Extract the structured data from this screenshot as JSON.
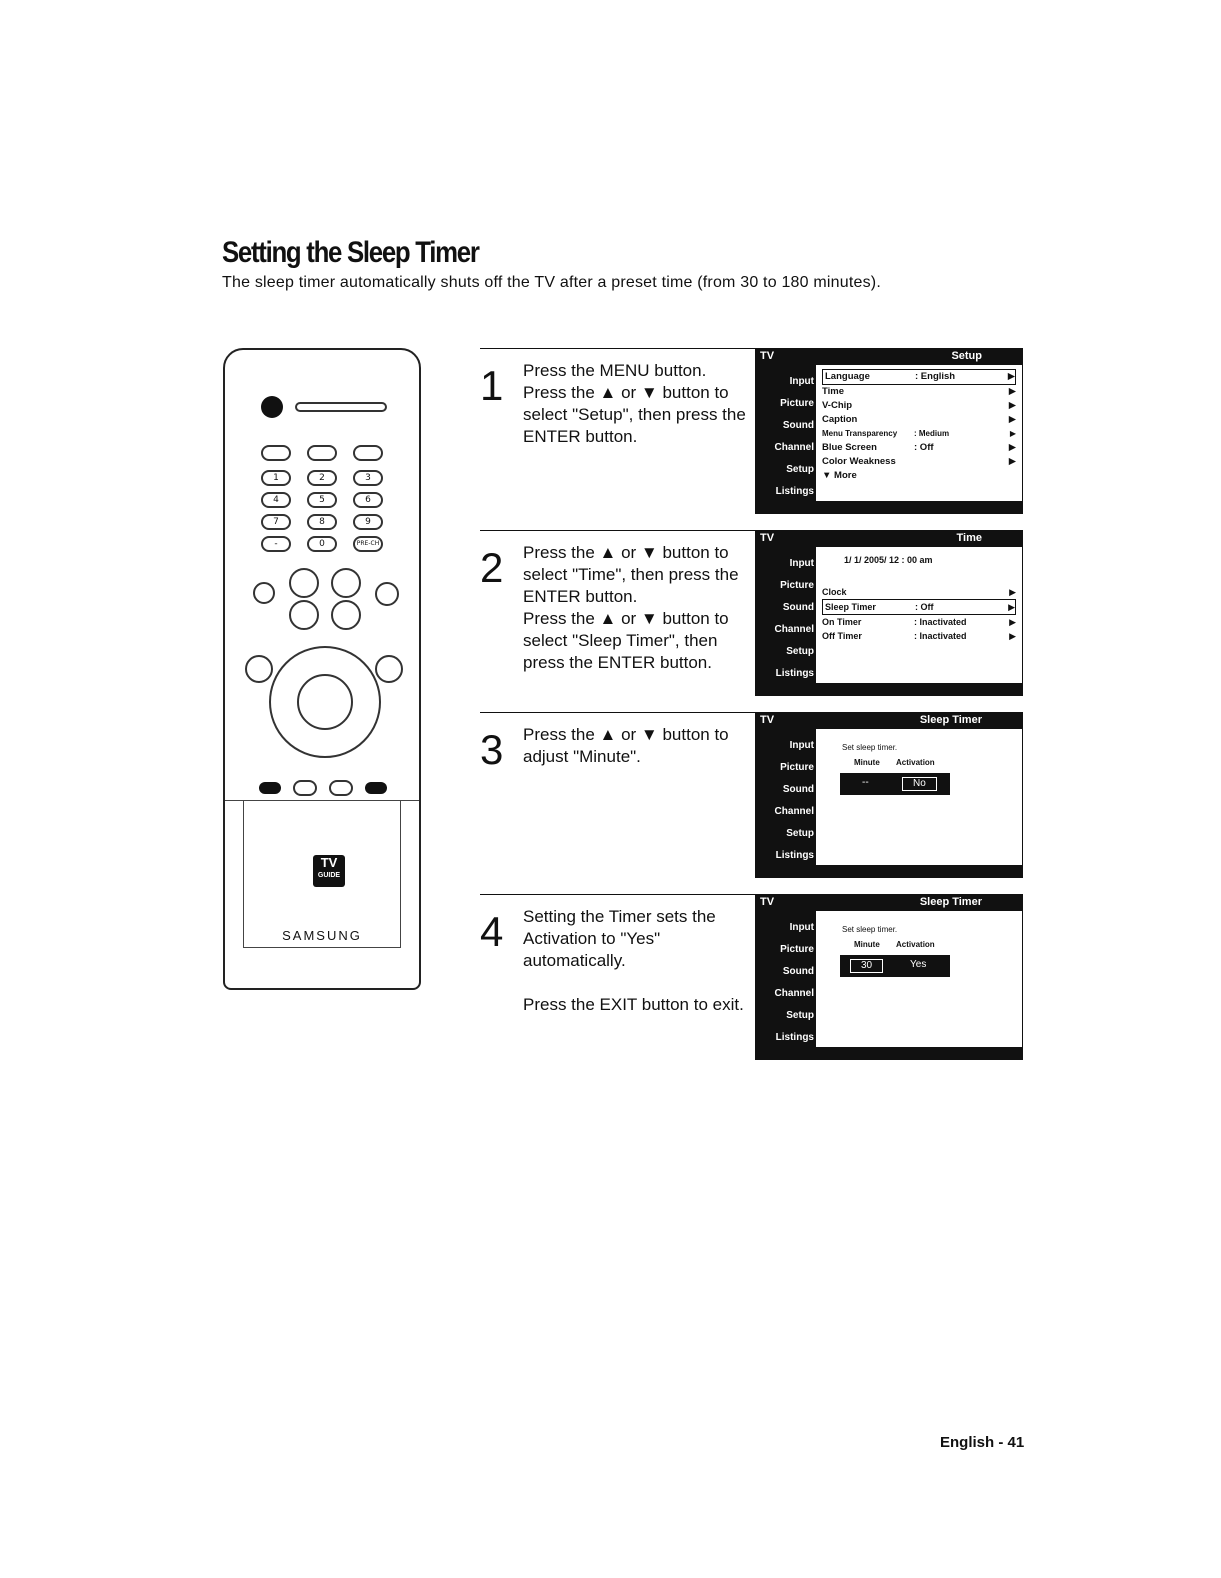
{
  "page": {
    "title": "Setting the Sleep Timer",
    "subtitle": "The sleep timer automatically shuts off the TV after a preset time (from 30 to 180 minutes).",
    "footer": "English - 41"
  },
  "remote": {
    "brand": "SAMSUNG",
    "logo_line1": "TV",
    "logo_line2": "GUIDE",
    "digits": [
      "1",
      "2",
      "3",
      "4",
      "5",
      "6",
      "7",
      "8",
      "9",
      "-",
      "0",
      "PRE-CH"
    ]
  },
  "steps": [
    {
      "number": "1",
      "text": "Press the MENU button.\nPress the ▲ or ▼ button to select \"Setup\", then press the ENTER button.",
      "screen": {
        "title": "Setup",
        "tv": "TV",
        "side": [
          "Input",
          "Picture",
          "Sound",
          "Channel",
          "Setup",
          "Listings"
        ],
        "rows": [
          {
            "label": "Language",
            "value": ": English"
          },
          {
            "label": "Time",
            "value": ""
          },
          {
            "label": "V-Chip",
            "value": ""
          },
          {
            "label": "Caption",
            "value": ""
          },
          {
            "label": "Menu Transparency",
            "value": ": Medium"
          },
          {
            "label": "Blue Screen",
            "value": ": Off"
          },
          {
            "label": "Color Weakness",
            "value": ""
          },
          {
            "label": "▼ More",
            "value": ""
          }
        ]
      }
    },
    {
      "number": "2",
      "text": "Press the ▲ or ▼ button to select \"Time\", then press the ENTER button.\nPress the ▲ or ▼ button to select \"Sleep Timer\", then press the ENTER button.",
      "screen": {
        "title": "Time",
        "tv": "TV",
        "date": "1/ 1/ 2005/ 12 : 00 am",
        "side": [
          "Input",
          "Picture",
          "Sound",
          "Channel",
          "Setup",
          "Listings"
        ],
        "rows": [
          {
            "label": "Clock",
            "value": ""
          },
          {
            "label": "Sleep Timer",
            "value": ": Off"
          },
          {
            "label": "On Timer",
            "value": ": Inactivated"
          },
          {
            "label": "Off Timer",
            "value": ": Inactivated"
          }
        ]
      }
    },
    {
      "number": "3",
      "text": "Press the ▲ or ▼ button to adjust \"Minute\".",
      "screen": {
        "title": "Sleep Timer",
        "tv": "TV",
        "side": [
          "Input",
          "Picture",
          "Sound",
          "Channel",
          "Setup",
          "Listings"
        ],
        "prompt": "Set sleep timer.",
        "col_minute": "Minute",
        "col_activation": "Activation",
        "minute_value": "--",
        "activation_value": "No"
      }
    },
    {
      "number": "4",
      "text": "Setting the Timer sets the Activation to \"Yes\" automatically.\n\nPress the EXIT button to exit.",
      "screen": {
        "title": "Sleep Timer",
        "tv": "TV",
        "side": [
          "Input",
          "Picture",
          "Sound",
          "Channel",
          "Setup",
          "Listings"
        ],
        "prompt": "Set sleep timer.",
        "col_minute": "Minute",
        "col_activation": "Activation",
        "minute_value": "30",
        "activation_value": "Yes"
      }
    }
  ]
}
